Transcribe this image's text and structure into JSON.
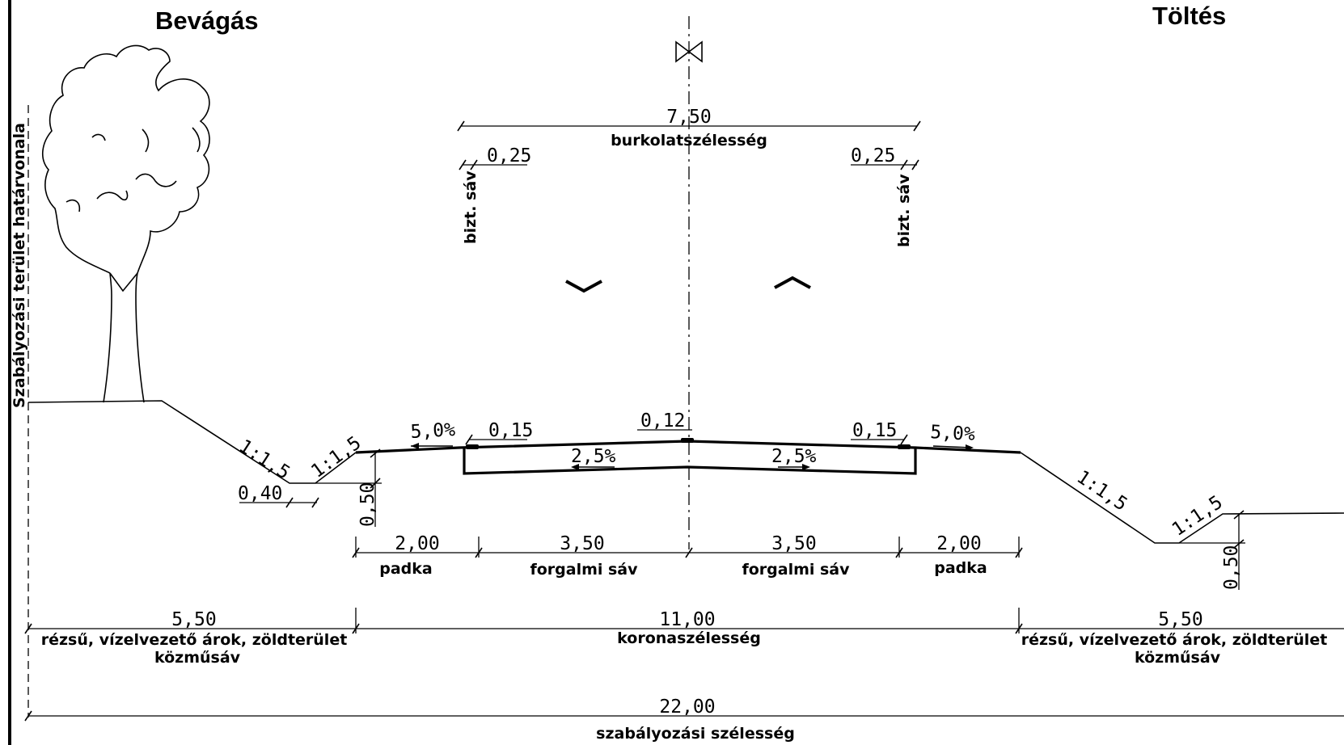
{
  "titles": {
    "left": "Bevágás",
    "right": "Töltés"
  },
  "boundary_label": "Szabályozási terület határvonala",
  "pavement": {
    "width": "7,50",
    "label": "burkolatszélesség"
  },
  "safety_strips": {
    "left_width": "0,25",
    "right_width": "0,25",
    "label": "bizt. sáv"
  },
  "markings": {
    "left_offset": "0,15",
    "right_offset": "0,15",
    "crown": "0,12"
  },
  "slopes": {
    "shoulder_left": "5,0%",
    "shoulder_right": "5,0%",
    "lane_left": "2,5%",
    "lane_right": "2,5%",
    "cut_main": "1:1,5",
    "cut_ditch": "1:1,5",
    "fill_main": "1:1,5",
    "fill_ditch": "1:1,5"
  },
  "ditch": {
    "bottom_width": "0,40",
    "depth_left": "0,50",
    "depth_right": "0,50"
  },
  "segments": {
    "padka_left": {
      "width": "2,00",
      "label": "padka"
    },
    "lane_left": {
      "width": "3,50",
      "label": "forgalmi sáv"
    },
    "lane_right": {
      "width": "3,50",
      "label": "forgalmi sáv"
    },
    "padka_right": {
      "width": "2,00",
      "label": "padka"
    }
  },
  "zones": {
    "left": {
      "width": "5,50",
      "label": "rézsű, vízelvezető árok, zöldterület",
      "sublabel": "közműsáv"
    },
    "crown": {
      "width": "11,00",
      "label": "koronaszélesség"
    },
    "right": {
      "width": "5,50",
      "label": "rézsű, vízelvezető árok, zöldterület",
      "sublabel": "közműsáv"
    }
  },
  "total": {
    "width": "22,00",
    "label": "szabályozási szélesség"
  }
}
